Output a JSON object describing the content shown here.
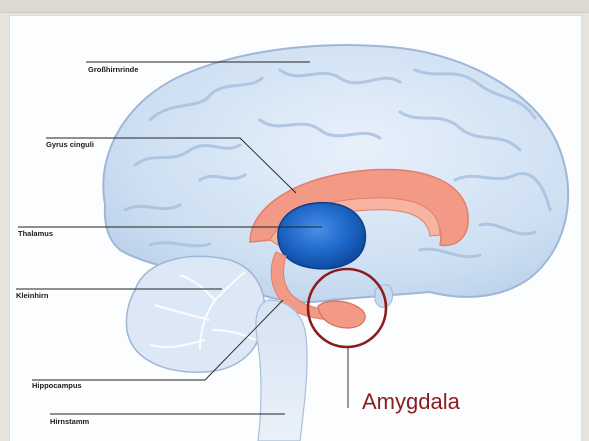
{
  "labels": {
    "cortex": "Großhirnrinde",
    "cingulate": "Gyrus cinguli",
    "thalamus": "Thalamus",
    "cerebellum": "Kleinhirn",
    "hippocampus": "Hippocampus",
    "brainstem": "Hirnstamm",
    "amygdala": "Amygdala"
  },
  "colors": {
    "brain": "#cfe0f3",
    "brain_outline": "#9fb6d6",
    "limbic": "#f39a86",
    "thalamus": "#1e67c8",
    "amygdala_ring": "#8a1d1d",
    "leader": "#222222"
  }
}
